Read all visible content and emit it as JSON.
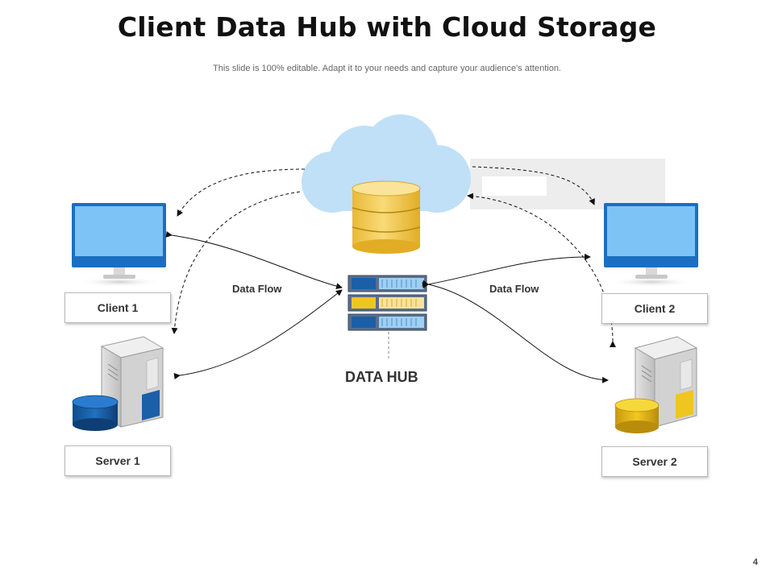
{
  "title": "Client Data Hub with Cloud Storage",
  "subtitle": "This slide is 100% editable. Adapt it to your needs and capture your audience's attention.",
  "nodes": {
    "client1": "Client 1",
    "client2": "Client 2",
    "server1": "Server 1",
    "server2": "Server 2",
    "hub": "DATA HUB"
  },
  "flow_labels": {
    "left": "Data Flow",
    "right": "Data Flow"
  },
  "page_number": "4",
  "colors": {
    "cloud": "#bfe0f7",
    "monitor_frame": "#1a6fc2",
    "monitor_screen": "#7ec3f5",
    "database": "#f5cf5a",
    "server_blue": "#1a5fa8",
    "server_yellow": "#f0c520"
  }
}
